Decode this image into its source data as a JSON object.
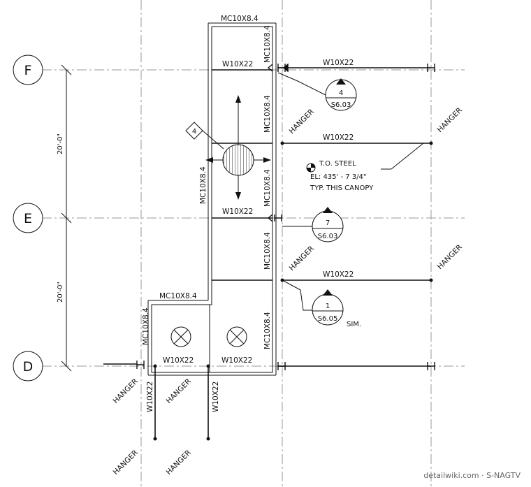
{
  "grid": {
    "lines": [
      {
        "id": "F",
        "label": "F"
      },
      {
        "id": "E",
        "label": "E"
      },
      {
        "id": "D",
        "label": "D"
      }
    ],
    "dimensions": [
      "20'-0\"",
      "20'-0\""
    ]
  },
  "members": {
    "mc_top": "MC10X8.4",
    "mc_right_upper": "MC10X8.4",
    "mc_right_mid1": "MC10X8.4",
    "mc_right_mid2": "MC10X8.4",
    "mc_right_mid3": "MC10X8.4",
    "mc_right_lower": "MC10X8.4",
    "mc_left": "MC10X8.4",
    "mc_step": "MC10X8.4",
    "mc_step_left": "MC10X8.4",
    "beam_f_left": "W10X22",
    "beam_f_right": "W10X22",
    "beam_1": "W10X22",
    "beam_e": "W10X22",
    "beam_2": "W10X22",
    "beam_d1": "W10X22",
    "beam_d2": "W10X22",
    "beam_v1": "W10X22",
    "beam_v2": "W10X22"
  },
  "hangers": [
    "HANGER",
    "HANGER",
    "HANGER",
    "HANGER",
    "HANGER",
    "HANGER",
    "HANGER",
    "HANGER"
  ],
  "section_markers": [
    {
      "number": "4",
      "sheet": "S6.03"
    },
    {
      "number": "7",
      "sheet": "S6.03"
    },
    {
      "number": "1",
      "sheet": "S6.05"
    }
  ],
  "notes": {
    "sim": "SIM.",
    "elevation_line1": "T.O. STEEL",
    "elevation_line2": "EL: 435' - 7 3/4\"",
    "elevation_line3": "TYP. THIS CANOPY"
  },
  "detail_tag": "4",
  "watermark": "detailwiki.com · S-NAGTV"
}
